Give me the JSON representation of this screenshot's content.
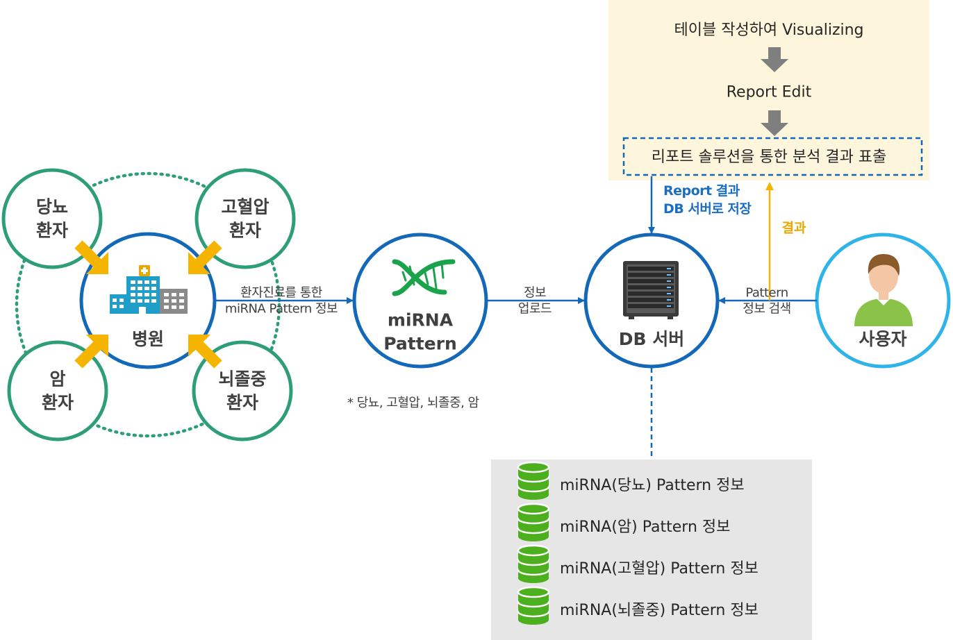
{
  "circles": {
    "diabetes": {
      "line1": "당뇨",
      "line2": "환자"
    },
    "hypertension": {
      "line1": "고혈압",
      "line2": "환자"
    },
    "cancer": {
      "line1": "암",
      "line2": "환자"
    },
    "stroke": {
      "line1": "뇌졸중",
      "line2": "환자"
    },
    "hospital": {
      "label": "병원"
    },
    "mirna": {
      "line1": "miRNA",
      "line2": "Pattern"
    },
    "db_server": {
      "label": "DB 서버"
    },
    "user": {
      "label": "사용자"
    }
  },
  "links": {
    "hospital_to_mirna": {
      "line1": "환자진료를 통한",
      "line2": "miRNA Pattern 정보"
    },
    "mirna_to_db": {
      "line1": "정보",
      "line2": "업로드"
    },
    "user_to_db": {
      "line1": "Pattern",
      "line2": "정보 검색"
    },
    "db_to_report": {
      "line1": "Report 결과",
      "line2": "DB 서버로 저장"
    },
    "result": "결과"
  },
  "note": "* 당뇨, 고혈압, 뇌졸중, 암",
  "report_flow": {
    "step1": "테이블 작성하여 Visualizing",
    "step2": "Report Edit",
    "step3": "리포트 솔루션을 통한 분석 결과 표출"
  },
  "db_items": [
    "miRNA(당뇨) Pattern 정보",
    "miRNA(암) Pattern 정보",
    "miRNA(고혈압) Pattern 정보",
    "miRNA(뇌졸중) Pattern 정보"
  ],
  "colors": {
    "patient_circle": "#2e9e78",
    "core_circle": "#1468b8",
    "user_circle": "#2eb4e8",
    "arrow_orange": "#f5b400",
    "report_panel": "#fdf5dc",
    "db_panel": "#e6e6e6",
    "db_icon": "#4caf1e"
  }
}
